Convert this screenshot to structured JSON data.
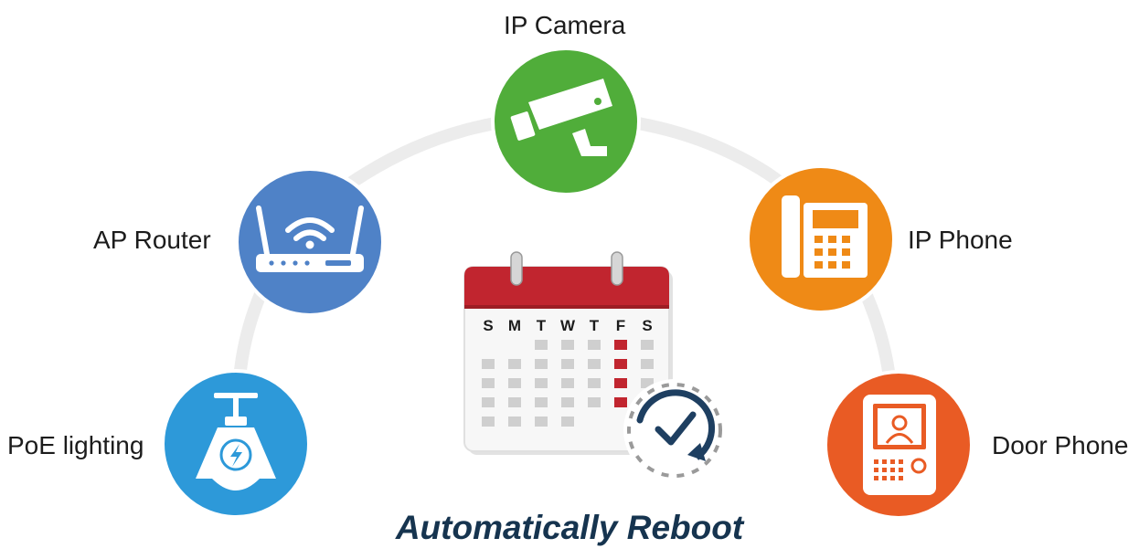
{
  "devices": {
    "camera": {
      "label": "IP Camera",
      "icon": "security-camera-icon",
      "color": "#50ad3a"
    },
    "router": {
      "label": "AP Router",
      "icon": "wifi-router-icon",
      "color": "#4f82c7"
    },
    "ipphone": {
      "label": "IP Phone",
      "icon": "desk-phone-icon",
      "color": "#ef8a16"
    },
    "poe": {
      "label": "PoE lighting",
      "icon": "ceiling-lamp-icon",
      "color": "#2d99d9"
    },
    "door": {
      "label": "Door Phone",
      "icon": "door-intercom-icon",
      "color": "#e95b24"
    }
  },
  "calendar": {
    "icon": "calendar-clock-icon",
    "header_color": "#c1252f",
    "weekdays": [
      "S",
      "M",
      "T",
      "W",
      "T",
      "F",
      "S"
    ],
    "highlight_column": "F"
  },
  "caption": "Automatically Reboot",
  "colors": {
    "arc": "#ececec",
    "caption": "#16344f",
    "clock": "#1e3f61"
  }
}
